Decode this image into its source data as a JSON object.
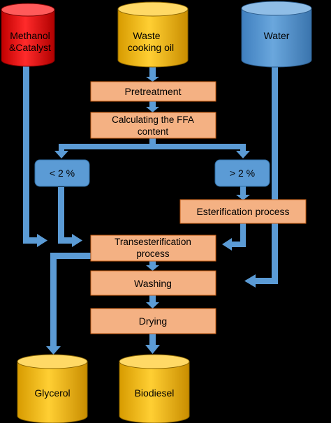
{
  "nodes": {
    "methanol": {
      "line1": "Methanol",
      "line2": "&Catalyst"
    },
    "waste_oil": {
      "line1": "Waste",
      "line2": "cooking oil"
    },
    "water": {
      "label": "Water"
    },
    "pretreatment": {
      "label": "Pretreatment"
    },
    "ffa": {
      "line1": "Calculating the FFA",
      "line2": "content"
    },
    "less_than": {
      "label": "< 2 %"
    },
    "greater_than": {
      "label": "> 2 %"
    },
    "esterification": {
      "label": "Esterification process"
    },
    "transesterification": {
      "line1": "Transesterification",
      "line2": "process"
    },
    "washing": {
      "label": "Washing"
    },
    "drying": {
      "label": "Drying"
    },
    "glycerol": {
      "label": "Glycerol"
    },
    "biodiesel": {
      "label": "Biodiesel"
    }
  },
  "colors": {
    "background": "#000000",
    "arrow": "#5b9bd5",
    "process_box": "#f4b183",
    "decision_box": "#5b9bd5",
    "methanol_tank": "#ff0000",
    "yellow_tank": "#ffc000",
    "water_tank": "#5b9bd5"
  }
}
